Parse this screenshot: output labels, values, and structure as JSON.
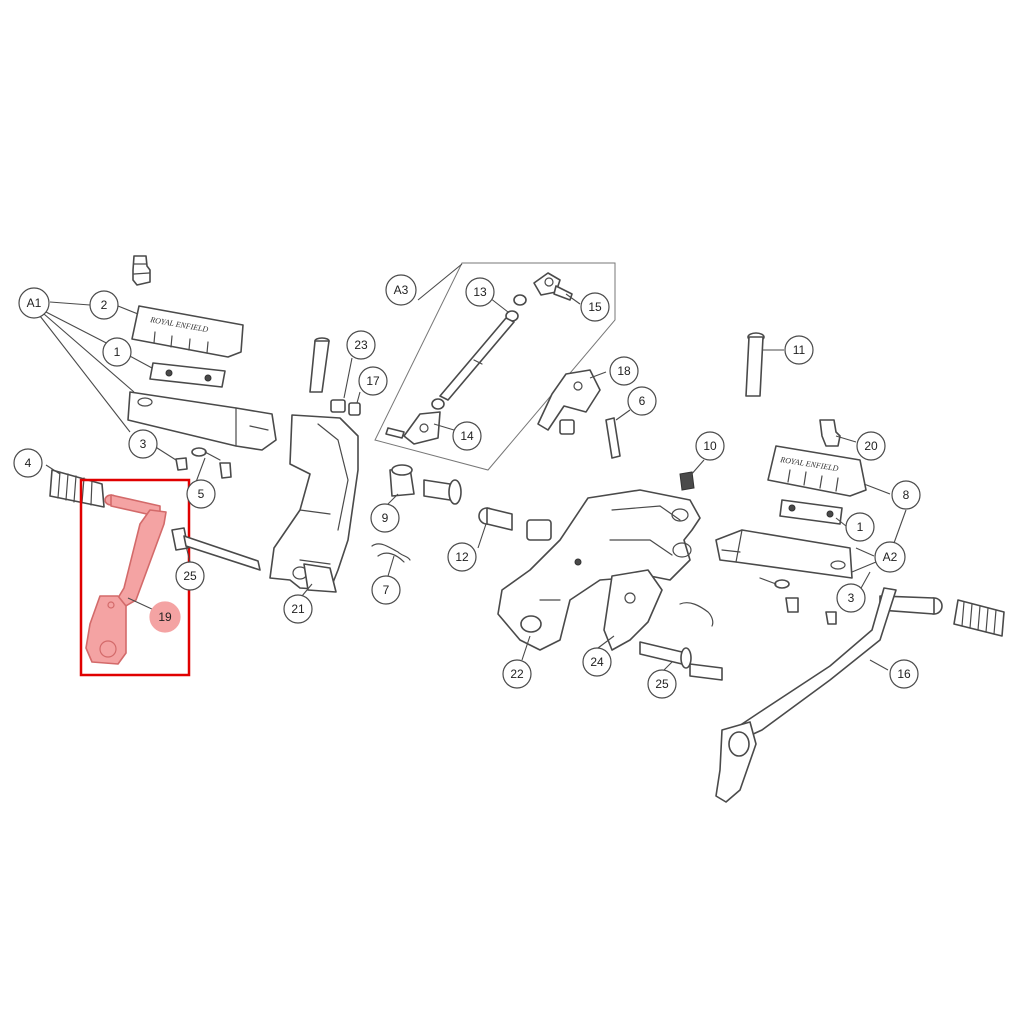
{
  "diagram": {
    "brand_label": "ROYAL ENFIELD",
    "highlight_color": "#e00000",
    "highlight_fill": "#f4a3a3",
    "line_color": "#4a4a4a",
    "callouts": [
      {
        "key": "A1",
        "label": "A1"
      },
      {
        "key": "2",
        "label": "2"
      },
      {
        "key": "1a",
        "label": "1"
      },
      {
        "key": "3a",
        "label": "3"
      },
      {
        "key": "4",
        "label": "4"
      },
      {
        "key": "5",
        "label": "5"
      },
      {
        "key": "19",
        "label": "19",
        "highlighted": true
      },
      {
        "key": "25a",
        "label": "25"
      },
      {
        "key": "23",
        "label": "23"
      },
      {
        "key": "17",
        "label": "17"
      },
      {
        "key": "21",
        "label": "21"
      },
      {
        "key": "A3",
        "label": "A3"
      },
      {
        "key": "13",
        "label": "13"
      },
      {
        "key": "15",
        "label": "15"
      },
      {
        "key": "14",
        "label": "14"
      },
      {
        "key": "9",
        "label": "9"
      },
      {
        "key": "7",
        "label": "7"
      },
      {
        "key": "12",
        "label": "12"
      },
      {
        "key": "18",
        "label": "18"
      },
      {
        "key": "6",
        "label": "6"
      },
      {
        "key": "10",
        "label": "10"
      },
      {
        "key": "22",
        "label": "22"
      },
      {
        "key": "24",
        "label": "24"
      },
      {
        "key": "25b",
        "label": "25"
      },
      {
        "key": "11",
        "label": "11"
      },
      {
        "key": "20",
        "label": "20"
      },
      {
        "key": "8",
        "label": "8"
      },
      {
        "key": "1b",
        "label": "1"
      },
      {
        "key": "A2",
        "label": "A2"
      },
      {
        "key": "3b",
        "label": "3"
      },
      {
        "key": "16",
        "label": "16"
      }
    ]
  }
}
